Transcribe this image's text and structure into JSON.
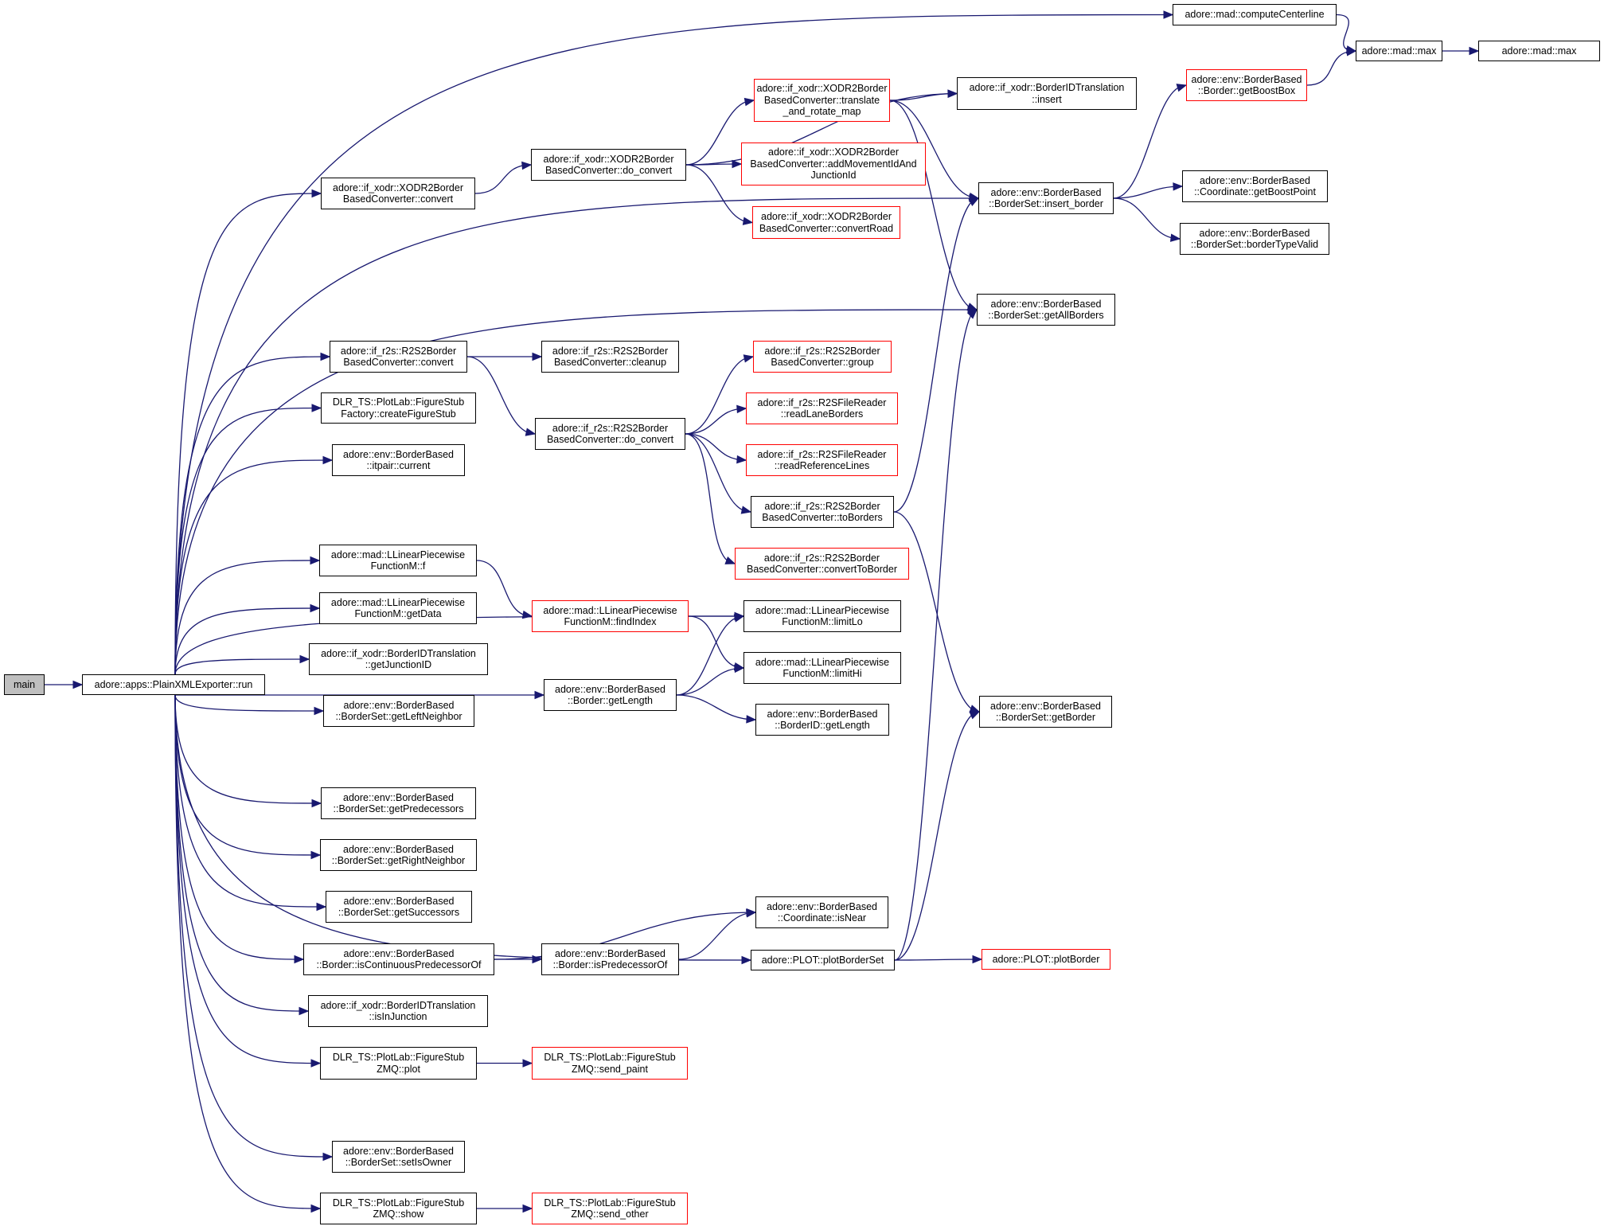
{
  "graph": {
    "type": "call-graph",
    "colors": {
      "edge": "#191970",
      "node_border": "#000000",
      "truncated_border": "#ff0000",
      "root_fill": "#bfbfbf"
    },
    "nodes": [
      {
        "id": "main",
        "label": "main",
        "style": "root"
      },
      {
        "id": "run",
        "label": "adore::apps::PlainXMLExporter::run",
        "style": "normal"
      },
      {
        "id": "computeCenterline",
        "label": "adore::mad::computeCenterline",
        "style": "normal"
      },
      {
        "id": "max1",
        "label": "adore::mad::max",
        "style": "normal"
      },
      {
        "id": "max2",
        "label": "adore::mad::max",
        "style": "normal"
      },
      {
        "id": "getBoostBox",
        "label": "adore::env::BorderBased\n::Border::getBoostBox",
        "style": "truncated"
      },
      {
        "id": "xodrConvert",
        "label": "adore::if_xodr::XODR2Border\nBasedConverter::convert",
        "style": "normal"
      },
      {
        "id": "xodrDoConvert",
        "label": "adore::if_xodr::XODR2Border\nBasedConverter::do_convert",
        "style": "normal"
      },
      {
        "id": "translateRotate",
        "label": "adore::if_xodr::XODR2Border\nBasedConverter::translate\n_and_rotate_map",
        "style": "truncated"
      },
      {
        "id": "bidtInsert",
        "label": "adore::if_xodr::BorderIDTranslation\n::insert",
        "style": "normal"
      },
      {
        "id": "addMovement",
        "label": "adore::if_xodr::XODR2Border\nBasedConverter::addMovementIdAnd\nJunctionId",
        "style": "truncated"
      },
      {
        "id": "convertRoad",
        "label": "adore::if_xodr::XODR2Border\nBasedConverter::convertRoad",
        "style": "truncated"
      },
      {
        "id": "insertBorder",
        "label": "adore::env::BorderBased\n::BorderSet::insert_border",
        "style": "normal"
      },
      {
        "id": "getBoostPoint",
        "label": "adore::env::BorderBased\n::Coordinate::getBoostPoint",
        "style": "normal"
      },
      {
        "id": "borderTypeValid",
        "label": "adore::env::BorderBased\n::BorderSet::borderTypeValid",
        "style": "normal"
      },
      {
        "id": "getAllBorders",
        "label": "adore::env::BorderBased\n::BorderSet::getAllBorders",
        "style": "normal"
      },
      {
        "id": "r2sConvert",
        "label": "adore::if_r2s::R2S2Border\nBasedConverter::convert",
        "style": "normal"
      },
      {
        "id": "r2sCleanup",
        "label": "adore::if_r2s::R2S2Border\nBasedConverter::cleanup",
        "style": "normal"
      },
      {
        "id": "r2sGroup",
        "label": "adore::if_r2s::R2S2Border\nBasedConverter::group",
        "style": "truncated"
      },
      {
        "id": "createFigureStub",
        "label": "DLR_TS::PlotLab::FigureStub\nFactory::createFigureStub",
        "style": "normal"
      },
      {
        "id": "r2sDoConvert",
        "label": "adore::if_r2s::R2S2Border\nBasedConverter::do_convert",
        "style": "normal"
      },
      {
        "id": "readLaneBorders",
        "label": "adore::if_r2s::R2SFileReader\n::readLaneBorders",
        "style": "truncated"
      },
      {
        "id": "itpairCurrent",
        "label": "adore::env::BorderBased\n::itpair::current",
        "style": "normal"
      },
      {
        "id": "readRefLines",
        "label": "adore::if_r2s::R2SFileReader\n::readReferenceLines",
        "style": "truncated"
      },
      {
        "id": "toBorders",
        "label": "adore::if_r2s::R2S2Border\nBasedConverter::toBorders",
        "style": "normal"
      },
      {
        "id": "convertToBorder",
        "label": "adore::if_r2s::R2S2Border\nBasedConverter::convertToBorder",
        "style": "truncated"
      },
      {
        "id": "lpfF",
        "label": "adore::mad::LLinearPiecewise\nFunctionM::f",
        "style": "normal"
      },
      {
        "id": "lpfGetData",
        "label": "adore::mad::LLinearPiecewise\nFunctionM::getData",
        "style": "normal"
      },
      {
        "id": "findIndex",
        "label": "adore::mad::LLinearPiecewise\nFunctionM::findIndex",
        "style": "truncated"
      },
      {
        "id": "limitLo",
        "label": "adore::mad::LLinearPiecewise\nFunctionM::limitLo",
        "style": "normal"
      },
      {
        "id": "getJunctionID",
        "label": "adore::if_xodr::BorderIDTranslation\n::getJunctionID",
        "style": "normal"
      },
      {
        "id": "limitHi",
        "label": "adore::mad::LLinearPiecewise\nFunctionM::limitHi",
        "style": "normal"
      },
      {
        "id": "borderGetLength",
        "label": "adore::env::BorderBased\n::Border::getLength",
        "style": "normal"
      },
      {
        "id": "getLeftNeighbor",
        "label": "adore::env::BorderBased\n::BorderSet::getLeftNeighbor",
        "style": "normal"
      },
      {
        "id": "getBorder",
        "label": "adore::env::BorderBased\n::BorderSet::getBorder",
        "style": "normal"
      },
      {
        "id": "borderIdGetLength",
        "label": "adore::env::BorderBased\n::BorderID::getLength",
        "style": "normal"
      },
      {
        "id": "getPredecessors",
        "label": "adore::env::BorderBased\n::BorderSet::getPredecessors",
        "style": "normal"
      },
      {
        "id": "getRightNeighbor",
        "label": "adore::env::BorderBased\n::BorderSet::getRightNeighbor",
        "style": "normal"
      },
      {
        "id": "getSuccessors",
        "label": "adore::env::BorderBased\n::BorderSet::getSuccessors",
        "style": "normal"
      },
      {
        "id": "isNear",
        "label": "adore::env::BorderBased\n::Coordinate::isNear",
        "style": "normal"
      },
      {
        "id": "isContPred",
        "label": "adore::env::BorderBased\n::Border::isContinuousPredecessorOf",
        "style": "normal"
      },
      {
        "id": "isPred",
        "label": "adore::env::BorderBased\n::Border::isPredecessorOf",
        "style": "normal"
      },
      {
        "id": "plotBorderSet",
        "label": "adore::PLOT::plotBorderSet",
        "style": "normal"
      },
      {
        "id": "plotBorder",
        "label": "adore::PLOT::plotBorder",
        "style": "truncated"
      },
      {
        "id": "isInJunction",
        "label": "adore::if_xodr::BorderIDTranslation\n::isInJunction",
        "style": "normal"
      },
      {
        "id": "zmqPlot",
        "label": "DLR_TS::PlotLab::FigureStub\nZMQ::plot",
        "style": "normal"
      },
      {
        "id": "sendPaint",
        "label": "DLR_TS::PlotLab::FigureStub\nZMQ::send_paint",
        "style": "truncated"
      },
      {
        "id": "setIsOwner",
        "label": "adore::env::BorderBased\n::BorderSet::setIsOwner",
        "style": "normal"
      },
      {
        "id": "zmqShow",
        "label": "DLR_TS::PlotLab::FigureStub\nZMQ::show",
        "style": "normal"
      },
      {
        "id": "sendOther",
        "label": "DLR_TS::PlotLab::FigureStub\nZMQ::send_other",
        "style": "truncated"
      }
    ],
    "edges": [
      [
        "main",
        "run"
      ],
      [
        "run",
        "computeCenterline"
      ],
      [
        "run",
        "xodrConvert"
      ],
      [
        "run",
        "insertBorder"
      ],
      [
        "run",
        "getAllBorders"
      ],
      [
        "run",
        "r2sConvert"
      ],
      [
        "run",
        "createFigureStub"
      ],
      [
        "run",
        "itpairCurrent"
      ],
      [
        "run",
        "limitLo"
      ],
      [
        "run",
        "lpfF"
      ],
      [
        "run",
        "lpfGetData"
      ],
      [
        "run",
        "getJunctionID"
      ],
      [
        "run",
        "getLeftNeighbor"
      ],
      [
        "run",
        "borderGetLength"
      ],
      [
        "run",
        "getPredecessors"
      ],
      [
        "run",
        "getRightNeighbor"
      ],
      [
        "run",
        "getSuccessors"
      ],
      [
        "run",
        "isContPred"
      ],
      [
        "run",
        "isInJunction"
      ],
      [
        "run",
        "zmqPlot"
      ],
      [
        "run",
        "plotBorderSet"
      ],
      [
        "run",
        "setIsOwner"
      ],
      [
        "run",
        "zmqShow"
      ],
      [
        "computeCenterline",
        "max1"
      ],
      [
        "max1",
        "max2"
      ],
      [
        "getBoostBox",
        "max1"
      ],
      [
        "xodrConvert",
        "xodrDoConvert"
      ],
      [
        "xodrDoConvert",
        "bidtInsert"
      ],
      [
        "xodrDoConvert",
        "translateRotate"
      ],
      [
        "xodrDoConvert",
        "addMovement"
      ],
      [
        "xodrDoConvert",
        "convertRoad"
      ],
      [
        "translateRotate",
        "bidtInsert"
      ],
      [
        "translateRotate",
        "insertBorder"
      ],
      [
        "translateRotate",
        "getAllBorders"
      ],
      [
        "insertBorder",
        "getBoostBox"
      ],
      [
        "insertBorder",
        "getBoostPoint"
      ],
      [
        "insertBorder",
        "borderTypeValid"
      ],
      [
        "r2sConvert",
        "r2sCleanup"
      ],
      [
        "r2sConvert",
        "r2sDoConvert"
      ],
      [
        "r2sDoConvert",
        "r2sGroup"
      ],
      [
        "r2sDoConvert",
        "readLaneBorders"
      ],
      [
        "r2sDoConvert",
        "readRefLines"
      ],
      [
        "r2sDoConvert",
        "toBorders"
      ],
      [
        "r2sDoConvert",
        "convertToBorder"
      ],
      [
        "toBorders",
        "insertBorder"
      ],
      [
        "toBorders",
        "getBorder"
      ],
      [
        "lpfF",
        "findIndex"
      ],
      [
        "findIndex",
        "limitLo"
      ],
      [
        "findIndex",
        "limitHi"
      ],
      [
        "borderGetLength",
        "limitLo"
      ],
      [
        "borderGetLength",
        "limitHi"
      ],
      [
        "borderGetLength",
        "borderIdGetLength"
      ],
      [
        "isContPred",
        "isNear"
      ],
      [
        "isContPred",
        "isPred"
      ],
      [
        "isPred",
        "isNear"
      ],
      [
        "plotBorderSet",
        "getAllBorders"
      ],
      [
        "plotBorderSet",
        "getBorder"
      ],
      [
        "plotBorderSet",
        "plotBorder"
      ],
      [
        "zmqPlot",
        "sendPaint"
      ],
      [
        "zmqShow",
        "sendOther"
      ]
    ]
  }
}
